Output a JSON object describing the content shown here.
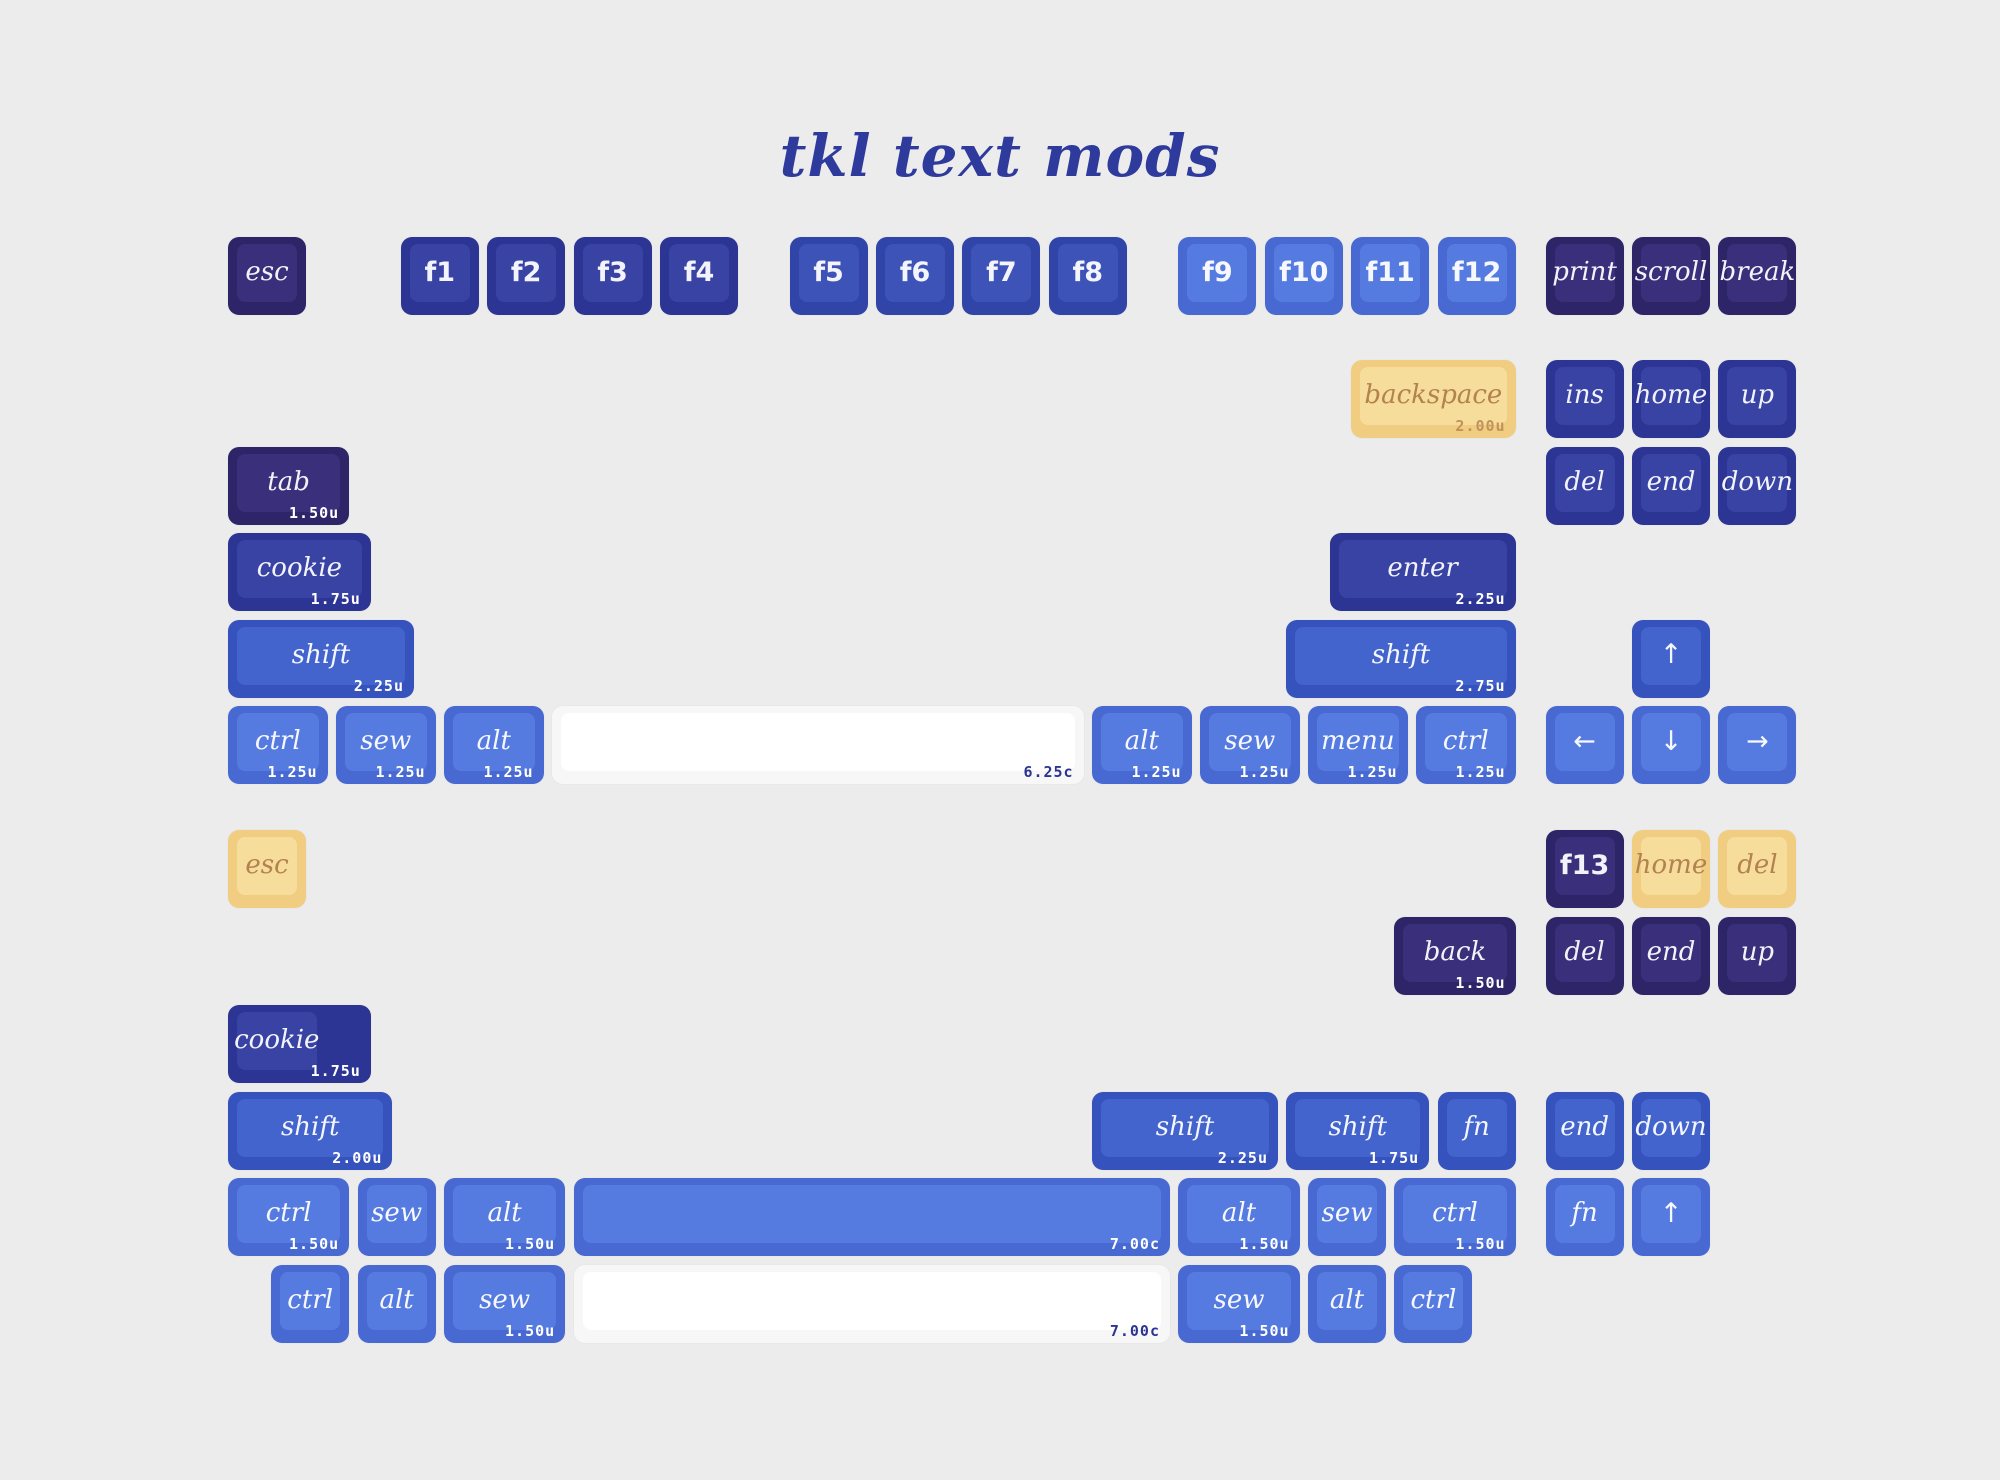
{
  "title": "tkl text mods",
  "palette": {
    "navy": {
      "outer": "#2d2567",
      "inner": "#392f7b",
      "text": "#f3f1f9",
      "sizec": "#ffffff"
    },
    "blue": {
      "outer": "#2c3494",
      "inner": "#3843a4",
      "text": "#f3f3fb",
      "sizec": "#ffffff"
    },
    "mid": {
      "outer": "#3145a9",
      "inner": "#3d53b8",
      "text": "#f4f5fc",
      "sizec": "#ffffff"
    },
    "shift": {
      "outer": "#3552bd",
      "inner": "#4464cd",
      "text": "#f4f6fd",
      "sizec": "#ffffff"
    },
    "light": {
      "outer": "#4769d1",
      "inner": "#567be0",
      "text": "#f6f8fe",
      "sizec": "#ffffff"
    },
    "yellow": {
      "outer": "#f0cd80",
      "inner": "#f7dd9c",
      "text": "#b2824f",
      "sizec": "#c0935a"
    },
    "white": {
      "outer": "#f7f7f7",
      "inner": "#ffffff",
      "text": "#2c3494",
      "sizec": "#2c3494"
    }
  },
  "background": "#ececec",
  "title_color": "#2e3a9c",
  "keys": [
    {
      "name": "esc",
      "label": "esc",
      "font": "script",
      "color": "navy",
      "row": 0,
      "col": 0,
      "w": 1
    },
    {
      "name": "f1",
      "label": "f1",
      "font": "sans",
      "color": "blue",
      "row": 0,
      "col": 2,
      "w": 1
    },
    {
      "name": "f2",
      "label": "f2",
      "font": "sans",
      "color": "blue",
      "row": 0,
      "col": 3,
      "w": 1
    },
    {
      "name": "f3",
      "label": "f3",
      "font": "sans",
      "color": "blue",
      "row": 0,
      "col": 4,
      "w": 1
    },
    {
      "name": "f4",
      "label": "f4",
      "font": "sans",
      "color": "blue",
      "row": 0,
      "col": 5,
      "w": 1
    },
    {
      "name": "f5",
      "label": "f5",
      "font": "sans",
      "color": "mid",
      "row": 0,
      "col": 6.5,
      "w": 1
    },
    {
      "name": "f6",
      "label": "f6",
      "font": "sans",
      "color": "mid",
      "row": 0,
      "col": 7.5,
      "w": 1
    },
    {
      "name": "f7",
      "label": "f7",
      "font": "sans",
      "color": "mid",
      "row": 0,
      "col": 8.5,
      "w": 1
    },
    {
      "name": "f8",
      "label": "f8",
      "font": "sans",
      "color": "mid",
      "row": 0,
      "col": 9.5,
      "w": 1
    },
    {
      "name": "f9",
      "label": "f9",
      "font": "sans",
      "color": "light",
      "row": 0,
      "col": 11,
      "w": 1
    },
    {
      "name": "f10",
      "label": "f10",
      "font": "sans",
      "color": "light",
      "row": 0,
      "col": 12,
      "w": 1
    },
    {
      "name": "f11",
      "label": "f11",
      "font": "sans",
      "color": "light",
      "row": 0,
      "col": 13,
      "w": 1
    },
    {
      "name": "f12",
      "label": "f12",
      "font": "sans",
      "color": "light",
      "row": 0,
      "col": 14,
      "w": 1
    },
    {
      "name": "print",
      "label": "print",
      "font": "script",
      "color": "navy",
      "row": 0,
      "col": 15.25,
      "w": 1
    },
    {
      "name": "scroll",
      "label": "scroll",
      "font": "script",
      "color": "navy",
      "row": 0,
      "col": 16.25,
      "w": 1
    },
    {
      "name": "break",
      "label": "break",
      "font": "script",
      "color": "navy",
      "row": 0,
      "col": 17.25,
      "w": 1
    },
    {
      "name": "backspace",
      "label": "backspace",
      "font": "script",
      "color": "yellow",
      "row": 1,
      "col": 13,
      "w": 2,
      "size": "2.00u"
    },
    {
      "name": "ins",
      "label": "ins",
      "font": "script",
      "color": "blue",
      "row": 1,
      "col": 15.25,
      "w": 1
    },
    {
      "name": "home",
      "label": "home",
      "font": "script",
      "color": "blue",
      "row": 1,
      "col": 16.25,
      "w": 1
    },
    {
      "name": "up",
      "label": "up",
      "font": "script",
      "color": "blue",
      "row": 1,
      "col": 17.25,
      "w": 1
    },
    {
      "name": "tab",
      "label": "tab",
      "font": "script",
      "color": "navy",
      "row": 2,
      "col": 0,
      "w": 1.5,
      "size": "1.50u"
    },
    {
      "name": "del",
      "label": "del",
      "font": "script",
      "color": "blue",
      "row": 2,
      "col": 15.25,
      "w": 1
    },
    {
      "name": "end",
      "label": "end",
      "font": "script",
      "color": "blue",
      "row": 2,
      "col": 16.25,
      "w": 1
    },
    {
      "name": "down",
      "label": "down",
      "font": "script",
      "color": "blue",
      "row": 2,
      "col": 17.25,
      "w": 1
    },
    {
      "name": "cookie",
      "label": "cookie",
      "font": "script",
      "color": "blue",
      "row": 3,
      "col": 0,
      "w": 1.75,
      "size": "1.75u"
    },
    {
      "name": "enter",
      "label": "enter",
      "font": "script",
      "color": "blue",
      "row": 3,
      "col": 12.75,
      "w": 2.25,
      "size": "2.25u"
    },
    {
      "name": "shift-left",
      "label": "shift",
      "font": "script",
      "color": "shift",
      "row": 4,
      "col": 0,
      "w": 2.25,
      "size": "2.25u"
    },
    {
      "name": "shift-right",
      "label": "shift",
      "font": "script",
      "color": "shift",
      "row": 4,
      "col": 12.25,
      "w": 2.75,
      "size": "2.75u"
    },
    {
      "name": "arrow-up",
      "label": "↑",
      "font": "arrow",
      "color": "shift",
      "row": 4,
      "col": 16.25,
      "w": 1
    },
    {
      "name": "ctrl",
      "label": "ctrl",
      "font": "script",
      "color": "light",
      "row": 5,
      "col": 0,
      "w": 1.25,
      "size": "1.25u"
    },
    {
      "name": "sew",
      "label": "sew",
      "font": "script",
      "color": "light",
      "row": 5,
      "col": 1.25,
      "w": 1.25,
      "size": "1.25u"
    },
    {
      "name": "alt",
      "label": "alt",
      "font": "script",
      "color": "light",
      "row": 5,
      "col": 2.5,
      "w": 1.25,
      "size": "1.25u"
    },
    {
      "name": "spacebar-625",
      "label": "",
      "font": "none",
      "color": "white",
      "row": 5,
      "col": 3.75,
      "w": 6.25,
      "size": "6.25c"
    },
    {
      "name": "alt",
      "label": "alt",
      "font": "script",
      "color": "light",
      "row": 5,
      "col": 10,
      "w": 1.25,
      "size": "1.25u"
    },
    {
      "name": "sew",
      "label": "sew",
      "font": "script",
      "color": "light",
      "row": 5,
      "col": 11.25,
      "w": 1.25,
      "size": "1.25u"
    },
    {
      "name": "menu",
      "label": "menu",
      "font": "script",
      "color": "light",
      "row": 5,
      "col": 12.5,
      "w": 1.25,
      "size": "1.25u"
    },
    {
      "name": "ctrl",
      "label": "ctrl",
      "font": "script",
      "color": "light",
      "row": 5,
      "col": 13.75,
      "w": 1.25,
      "size": "1.25u"
    },
    {
      "name": "arrow-left",
      "label": "←",
      "font": "arrow",
      "color": "light",
      "row": 5,
      "col": 15.25,
      "w": 1
    },
    {
      "name": "arrow-down",
      "label": "↓",
      "font": "arrow",
      "color": "light",
      "row": 5,
      "col": 16.25,
      "w": 1
    },
    {
      "name": "arrow-right",
      "label": "→",
      "font": "arrow",
      "color": "light",
      "row": 5,
      "col": 17.25,
      "w": 1
    },
    {
      "name": "esc-accent",
      "label": "esc",
      "font": "script",
      "color": "yellow",
      "row": 6,
      "col": 0,
      "w": 1
    },
    {
      "name": "f13",
      "label": "f13",
      "font": "sans",
      "color": "navy",
      "row": 6,
      "col": 15.25,
      "w": 1
    },
    {
      "name": "home-accent",
      "label": "home",
      "font": "script",
      "color": "yellow",
      "row": 6,
      "col": 16.25,
      "w": 1
    },
    {
      "name": "del-accent",
      "label": "del",
      "font": "script",
      "color": "yellow",
      "row": 6,
      "col": 17.25,
      "w": 1
    },
    {
      "name": "back",
      "label": "back",
      "font": "script",
      "color": "navy",
      "row": 7,
      "col": 13.5,
      "w": 1.5,
      "size": "1.50u"
    },
    {
      "name": "del",
      "label": "del",
      "font": "script",
      "color": "navy",
      "row": 7,
      "col": 15.25,
      "w": 1
    },
    {
      "name": "end",
      "label": "end",
      "font": "script",
      "color": "navy",
      "row": 7,
      "col": 16.25,
      "w": 1
    },
    {
      "name": "up",
      "label": "up",
      "font": "script",
      "color": "navy",
      "row": 7,
      "col": 17.25,
      "w": 1
    },
    {
      "name": "cookie-stepped",
      "label": "cookie",
      "font": "script",
      "color": "blue",
      "row": 8,
      "col": 0,
      "w": 1.75,
      "size": "1.75u",
      "step": true
    },
    {
      "name": "shift",
      "label": "shift",
      "font": "script",
      "color": "shift",
      "row": 9,
      "col": 0,
      "w": 2,
      "size": "2.00u"
    },
    {
      "name": "shift",
      "label": "shift",
      "font": "script",
      "color": "shift",
      "row": 9,
      "col": 10,
      "w": 2.25,
      "size": "2.25u"
    },
    {
      "name": "shift",
      "label": "shift",
      "font": "script",
      "color": "shift",
      "row": 9,
      "col": 12.25,
      "w": 1.75,
      "size": "1.75u"
    },
    {
      "name": "fn",
      "label": "fn",
      "font": "script",
      "color": "shift",
      "row": 9,
      "col": 14,
      "w": 1
    },
    {
      "name": "end",
      "label": "end",
      "font": "script",
      "color": "shift",
      "row": 9,
      "col": 15.25,
      "w": 1
    },
    {
      "name": "down",
      "label": "down",
      "font": "script",
      "color": "shift",
      "row": 9,
      "col": 16.25,
      "w": 1
    },
    {
      "name": "ctrl",
      "label": "ctrl",
      "font": "script",
      "color": "light",
      "row": 10,
      "col": 0,
      "w": 1.5,
      "size": "1.50u"
    },
    {
      "name": "sew",
      "label": "sew",
      "font": "script",
      "color": "light",
      "row": 10,
      "col": 1.5,
      "w": 1
    },
    {
      "name": "alt",
      "label": "alt",
      "font": "script",
      "color": "light",
      "row": 10,
      "col": 2.5,
      "w": 1.5,
      "size": "1.50u"
    },
    {
      "name": "spacebar-blue-700",
      "label": "",
      "font": "none",
      "color": "light",
      "row": 10,
      "col": 4,
      "w": 7,
      "size": "7.00c"
    },
    {
      "name": "alt",
      "label": "alt",
      "font": "script",
      "color": "light",
      "row": 10,
      "col": 11,
      "w": 1.5,
      "size": "1.50u"
    },
    {
      "name": "sew",
      "label": "sew",
      "font": "script",
      "color": "light",
      "row": 10,
      "col": 12.5,
      "w": 1
    },
    {
      "name": "ctrl",
      "label": "ctrl",
      "font": "script",
      "color": "light",
      "row": 10,
      "col": 13.5,
      "w": 1.5,
      "size": "1.50u"
    },
    {
      "name": "fn",
      "label": "fn",
      "font": "script",
      "color": "light",
      "row": 10,
      "col": 15.25,
      "w": 1
    },
    {
      "name": "arrow-up",
      "label": "↑",
      "font": "arrow",
      "color": "light",
      "row": 10,
      "col": 16.25,
      "w": 1
    },
    {
      "name": "ctrl",
      "label": "ctrl",
      "font": "script",
      "color": "light",
      "row": 11,
      "col": 0.5,
      "w": 1
    },
    {
      "name": "alt",
      "label": "alt",
      "font": "script",
      "color": "light",
      "row": 11,
      "col": 1.5,
      "w": 1
    },
    {
      "name": "sew",
      "label": "sew",
      "font": "script",
      "color": "light",
      "row": 11,
      "col": 2.5,
      "w": 1.5,
      "size": "1.50u"
    },
    {
      "name": "spacebar-700",
      "label": "",
      "font": "none",
      "color": "white",
      "row": 11,
      "col": 4,
      "w": 7,
      "size": "7.00c"
    },
    {
      "name": "sew",
      "label": "sew",
      "font": "script",
      "color": "light",
      "row": 11,
      "col": 11,
      "w": 1.5,
      "size": "1.50u"
    },
    {
      "name": "alt",
      "label": "alt",
      "font": "script",
      "color": "light",
      "row": 11,
      "col": 12.5,
      "w": 1
    },
    {
      "name": "ctrl",
      "label": "ctrl",
      "font": "script",
      "color": "light",
      "row": 11,
      "col": 13.5,
      "w": 1
    }
  ]
}
